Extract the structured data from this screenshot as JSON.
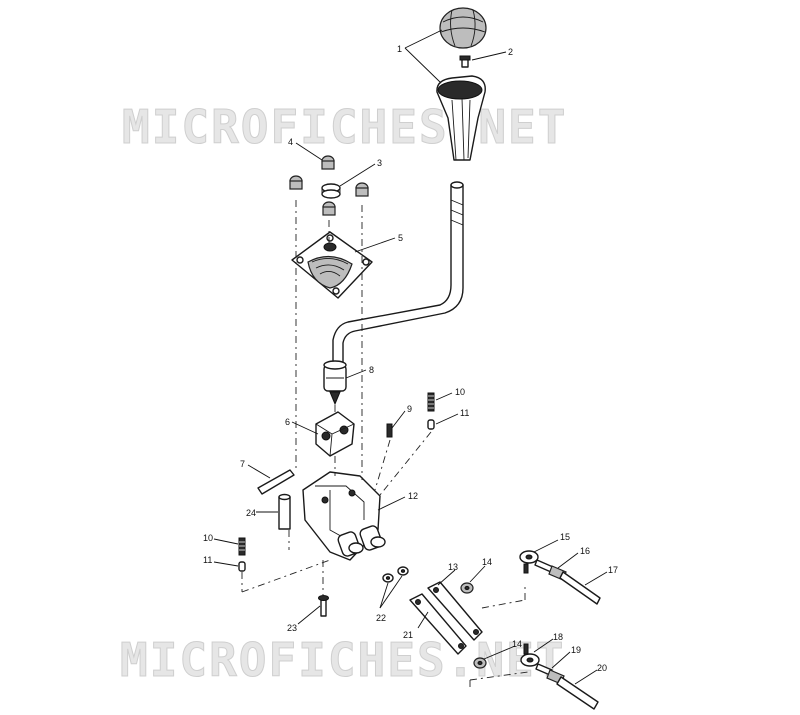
{
  "watermark": {
    "text": "MICROFICHES.NET"
  },
  "callouts": [
    "1",
    "2",
    "3",
    "4",
    "5",
    "6",
    "7",
    "8",
    "9",
    "10",
    "11",
    "12",
    "13",
    "14",
    "15",
    "16",
    "17",
    "10",
    "11",
    "18",
    "19",
    "20",
    "21",
    "22",
    "23",
    "24",
    "14"
  ],
  "colors": {
    "line": "#1a1a1a",
    "watermark": "#e6e6e6",
    "background": "#ffffff"
  }
}
